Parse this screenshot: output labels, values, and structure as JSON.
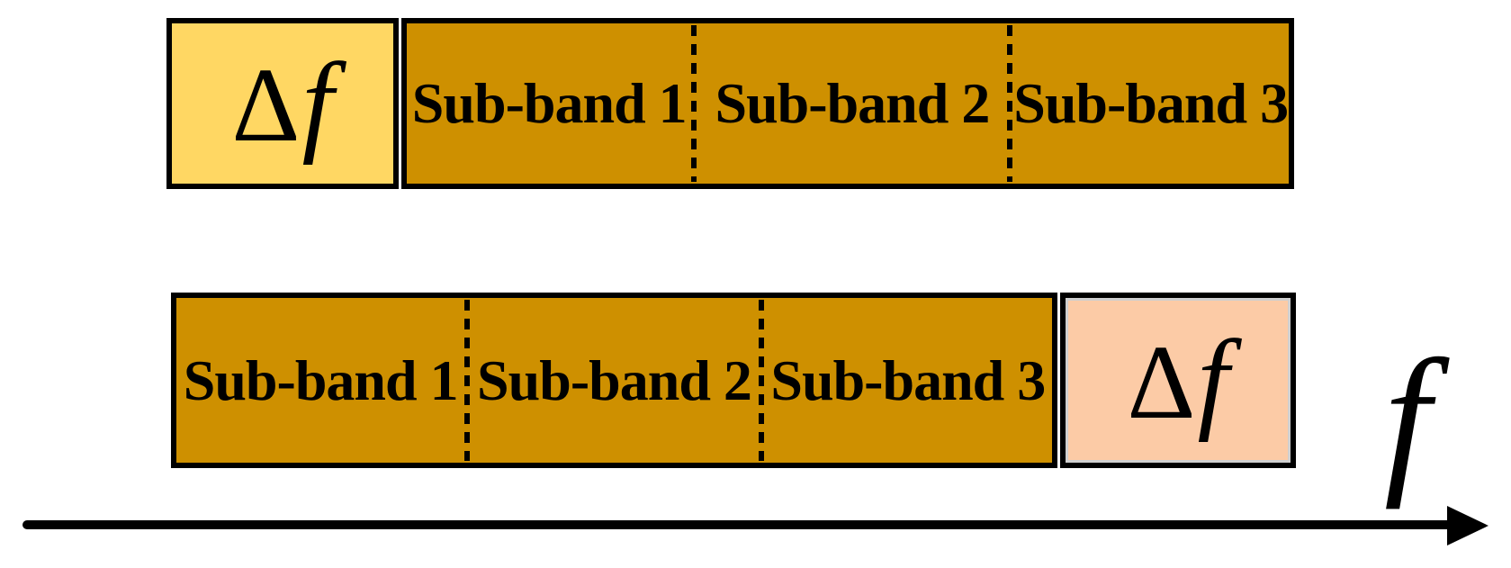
{
  "top_row": {
    "guard_label": {
      "delta": "Δ",
      "f": "f"
    },
    "subbands": [
      "Sub-band 1",
      "Sub-band 2",
      "Sub-band 3"
    ]
  },
  "bottom_row": {
    "subbands": [
      "Sub-band 1",
      "Sub-band 2",
      "Sub-band 3"
    ],
    "guard_label": {
      "delta": "Δ",
      "f": "f"
    }
  },
  "axis": {
    "label": "f"
  },
  "colors": {
    "guard_top": "#FFD763",
    "band": "#CE9000",
    "guard_bottom": "#FCCBA6",
    "ink": "#000000",
    "background": "#FFFFFF"
  }
}
